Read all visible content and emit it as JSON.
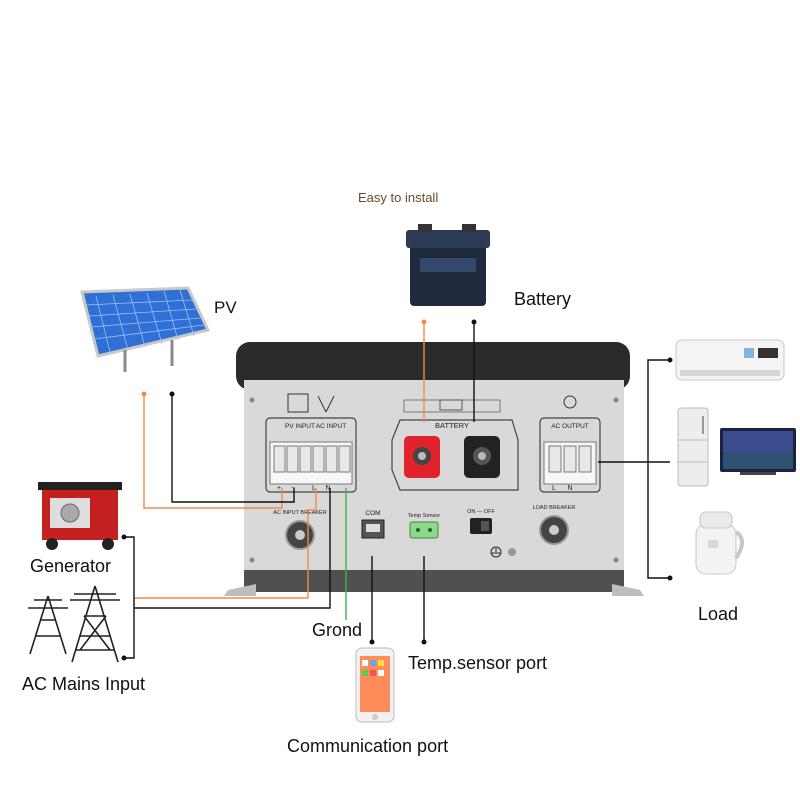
{
  "header": {
    "tagline": "Easy to install"
  },
  "labels": {
    "pv": "PV",
    "battery": "Battery",
    "generator": "Generator",
    "ac_mains": "AC Mains Input",
    "ground": "Grond",
    "temp_sensor_port": "Temp.sensor port",
    "communication_port": "Communication port",
    "load": "Load"
  },
  "panel": {
    "pv_input": "PV INPUT",
    "ac_input": "AC INPUT",
    "battery": "BATTERY",
    "ac_output": "AC OUTPUT",
    "com": "COM",
    "temp_sensor": "Temp Sensor",
    "on_off": "ON — OFF",
    "ac_input_breaker": "AC INPUT BREAKER",
    "load_breaker": "LOAD BREAKER",
    "plus": "+",
    "minus": "−",
    "l": "L",
    "n": "N"
  },
  "colors": {
    "orange_wire": "#f08a4b",
    "black_wire": "#111111",
    "green_wire": "#3cb34a",
    "red_terminal": "#e0222a",
    "black_terminal": "#222222",
    "inverter_body": "#d9d9d9",
    "inverter_cover": "#2b2b2b",
    "solar_blue": "#2f6fd6"
  }
}
